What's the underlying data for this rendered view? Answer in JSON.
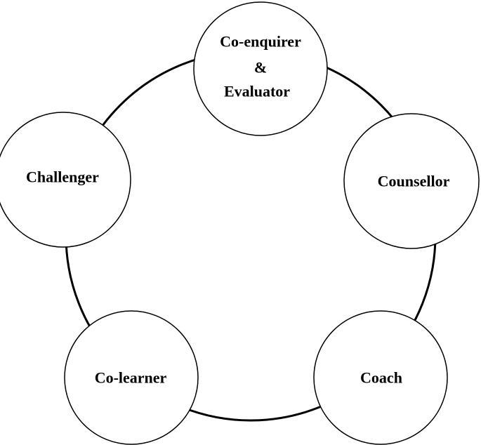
{
  "diagram": {
    "nodes": [
      {
        "id": "co-enquirer-evaluator",
        "lines": [
          "Co-enquirer",
          "&",
          "Evaluator"
        ]
      },
      {
        "id": "counsellor",
        "lines": [
          "Counsellor"
        ]
      },
      {
        "id": "coach",
        "lines": [
          "Coach"
        ]
      },
      {
        "id": "co-learner",
        "lines": [
          "Co-learner"
        ]
      },
      {
        "id": "challenger",
        "lines": [
          "Challenger"
        ]
      }
    ]
  }
}
